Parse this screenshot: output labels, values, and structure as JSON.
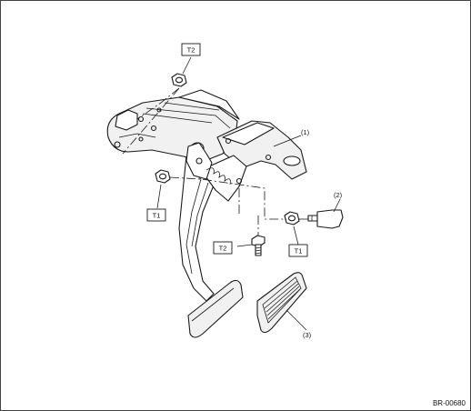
{
  "torque_labels": {
    "t2_top": "T2",
    "t1_left": "T1",
    "t1_right": "T1",
    "t2_bottom": "T2"
  },
  "callouts": {
    "c1": "(1)",
    "c2": "(2)",
    "c3": "(3)"
  },
  "figure_code": "BR-00680",
  "colors": {
    "line": "#1a1a1a",
    "background": "#ffffff"
  }
}
